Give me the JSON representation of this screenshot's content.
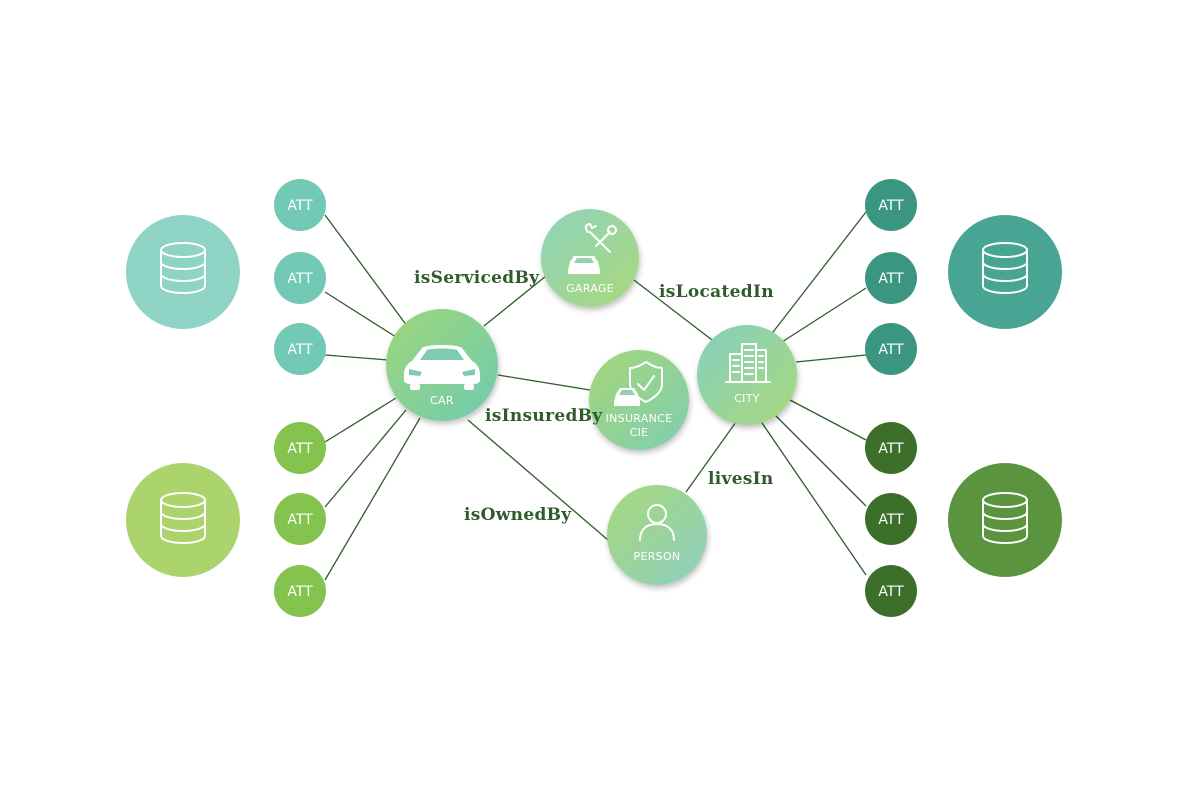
{
  "colors": {
    "teal_light": "#7fd0bf",
    "lime": "#8cc84b",
    "teal_dark": "#3a9680",
    "green_dark": "#3b6f2a",
    "edge": "#2f5c2a",
    "label": "#2f5c2a"
  },
  "databases": [
    {
      "id": "db-top-left",
      "icon": "database-icon"
    },
    {
      "id": "db-bottom-left",
      "icon": "database-icon"
    },
    {
      "id": "db-top-right",
      "icon": "database-icon"
    },
    {
      "id": "db-bottom-right",
      "icon": "database-icon"
    }
  ],
  "attributes": {
    "left": [
      "ATT",
      "ATT",
      "ATT",
      "ATT",
      "ATT",
      "ATT"
    ],
    "right": [
      "ATT",
      "ATT",
      "ATT",
      "ATT",
      "ATT",
      "ATT"
    ]
  },
  "nodes": {
    "car": {
      "label": "CAR",
      "icon": "car-icon"
    },
    "garage": {
      "label": "GARAGE",
      "icon": "garage-tools-icon"
    },
    "insurance": {
      "label_line1": "INSURANCE",
      "label_line2": "CIE",
      "icon": "insurance-shield-icon"
    },
    "person": {
      "label": "PERSON",
      "icon": "person-icon"
    },
    "city": {
      "label": "CITY",
      "icon": "city-buildings-icon"
    }
  },
  "relations": {
    "is_serviced_by": "isServicedBy",
    "is_located_in": "isLocatedIn",
    "is_insured_by": "isInsuredBy",
    "is_owned_by": "isOwnedBy",
    "lives_in": "livesIn"
  }
}
